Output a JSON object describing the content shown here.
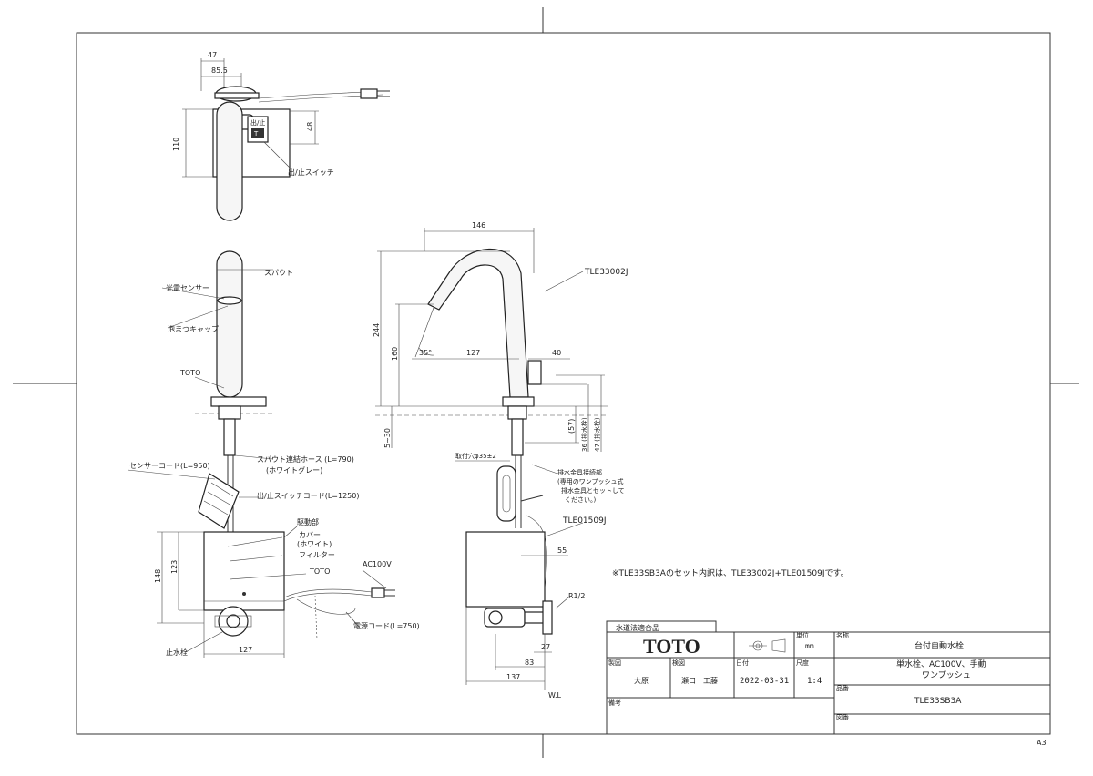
{
  "views": {
    "top": {
      "dims": {
        "d47": "47",
        "d85_5": "85.5",
        "d110": "110",
        "d48": "48"
      },
      "switch_panel": {
        "top_text": "出/止",
        "icon": "switch-icon"
      },
      "labels": {
        "switch": "出/止スイッチ"
      }
    },
    "left": {
      "labels": {
        "spout": "スパウト",
        "sensor": "光電センサー",
        "cap": "泡まつキャップ",
        "toto_mark": "TOTO",
        "hose": "スパウト連結ホース (L=790)",
        "hose_color": "(ホワイトグレー)",
        "sensor_cord": "センサーコード(L=950)",
        "switch_cord": "出/止スイッチコード(L=1250)",
        "drive": "駆動部",
        "cover": "カバー",
        "cover_color": "(ホワイト)",
        "filter": "フィルター",
        "toto_box": "TOTO",
        "ac": "AC100V",
        "power_cord": "電源コード(L=750)",
        "stop_valve": "止水栓"
      },
      "dims": {
        "d148": "148",
        "d123": "123",
        "d127": "127"
      }
    },
    "right": {
      "labels": {
        "faucet": "TLE33002J",
        "valve_unit": "TLE01509J",
        "drain_fitting": "排水金具接続部",
        "drain_note_1": "(専用のワンプッシュ式",
        "drain_note_2": "排水金具とセットして",
        "drain_note_3": "ください。)",
        "mount_hole": "取付穴φ35±2",
        "r_half": "R1/2",
        "wl": "W.L",
        "angle": "35°"
      },
      "dims": {
        "d146": "146",
        "d244": "244",
        "d160": "160",
        "d127": "127",
        "d40": "40",
        "d5_30": "5~30",
        "d57": "(57)",
        "d36": "36 (排水栓)",
        "d47": "47 (排水栓)",
        "d55": "55",
        "d83": "83",
        "d137": "137",
        "d27": "27"
      }
    }
  },
  "note": "※TLE33SB3Aのセット内訳は、TLE33002J+TLE01509Jです。",
  "title_block": {
    "compliance": "水道法適合品",
    "brand": "TOTO",
    "unit_label": "単位",
    "unit": "mm",
    "name_label": "名称",
    "name": "台付自動水栓",
    "spec_1": "単水栓、AC100V、手動",
    "spec_2": "ワンプッシュ",
    "drawn_label": "製図",
    "drawn_by": "大原",
    "checked_label": "検図",
    "checked_by": "瀬口　工藤",
    "date_label": "日付",
    "date": "2022-03-31",
    "scale_label": "尺度",
    "scale": "1:4",
    "model_label": "品番",
    "model": "TLE33SB3A",
    "remarks_label": "備考",
    "drawing_no_label": "図番"
  },
  "sheet_size": "A3"
}
